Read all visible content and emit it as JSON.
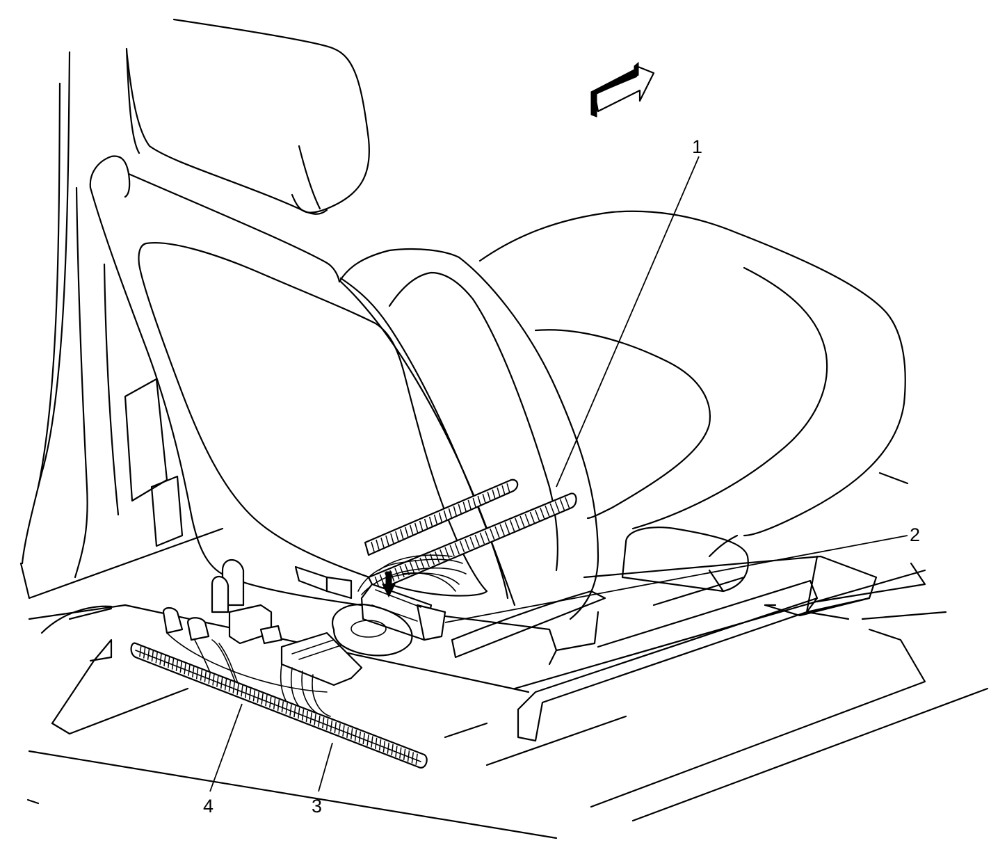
{
  "callouts": [
    {
      "id": "1",
      "label": "1"
    },
    {
      "id": "2",
      "label": "2"
    },
    {
      "id": "3",
      "label": "3"
    },
    {
      "id": "4",
      "label": "4"
    }
  ],
  "icons": {
    "direction": "forward-direction-arrow-icon"
  },
  "colors": {
    "line": "#000000",
    "background": "#ffffff"
  }
}
